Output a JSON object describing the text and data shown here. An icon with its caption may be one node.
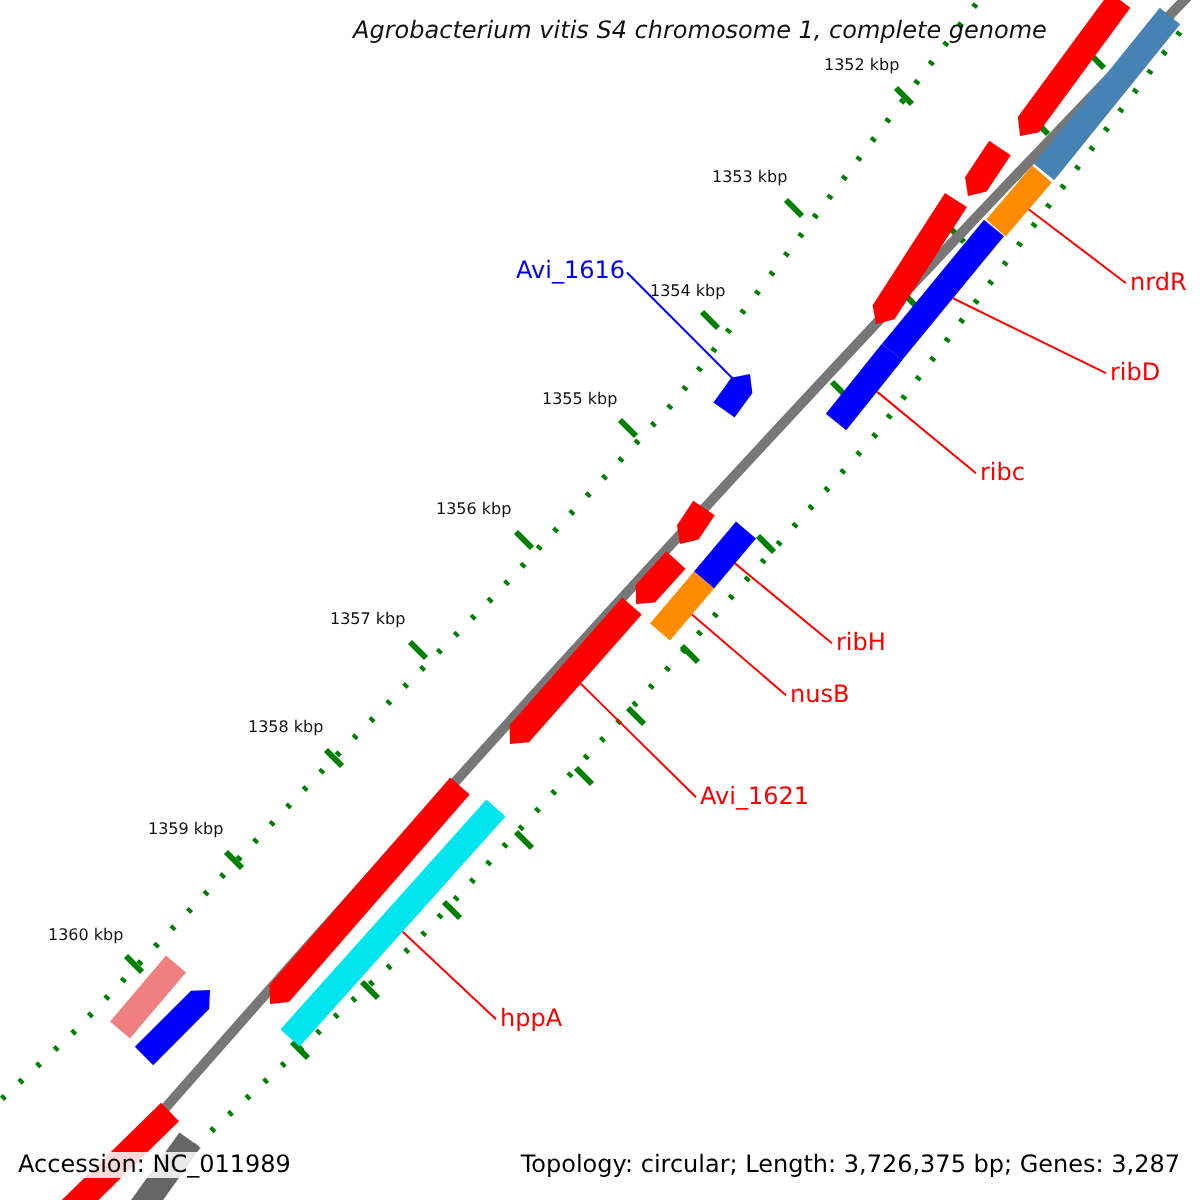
{
  "diagram": {
    "title": "Agrobacterium vitis S4 chromosome 1, complete genome",
    "nodes": [
      {
        "text": [
          "Avi_1616"
        ]
      },
      {
        "text": [],
        "shape": "arrow"
      },
      {
        "text": [
          "nrdR"
        ]
      },
      {
        "text": [],
        "shape": "bar"
      },
      {
        "text": [
          "ribD"
        ]
      },
      {
        "text": [],
        "shape": "bar"
      },
      {
        "text": [
          "ribc"
        ]
      },
      {
        "text": [],
        "shape": "bar"
      },
      {
        "text": [
          "ribH"
        ]
      },
      {
        "text": [],
        "shape": "bar"
      },
      {
        "text": [
          "nusB"
        ]
      },
      {
        "text": [],
        "shape": "bar"
      },
      {
        "text": [
          "Avi_1621"
        ]
      },
      {
        "text": [],
        "shape": "arrow"
      },
      {
        "text": [
          "hppA"
        ]
      },
      {
        "text": [],
        "shape": "bar"
      },
      {
        "text": [],
        "shape": "arrow"
      },
      {
        "text": [],
        "shape": "bar"
      },
      {
        "text": [],
        "shape": "arrow"
      },
      {
        "text": [],
        "shape": "arrow"
      },
      {
        "text": [],
        "shape": "arrow"
      },
      {
        "text": [],
        "shape": "arrow"
      },
      {
        "text": [],
        "shape": "arrow"
      },
      {
        "text": [],
        "shape": "bar"
      },
      {
        "text": [],
        "shape": "arrow"
      },
      {
        "text": [],
        "shape": "bar"
      },
      {
        "text": [],
        "shape": "bar"
      }
    ],
    "edges": [
      {
        "from": 0,
        "to": 1,
        "arrow": "none",
        "color": "#0000ff"
      },
      {
        "from": 2,
        "to": 3,
        "arrow": "none"
      },
      {
        "from": 4,
        "to": 5,
        "arrow": "none"
      },
      {
        "from": 6,
        "to": 7,
        "arrow": "none"
      },
      {
        "from": 8,
        "to": 9,
        "arrow": "none"
      },
      {
        "from": 10,
        "to": 11,
        "arrow": "none"
      },
      {
        "from": 12,
        "to": 13,
        "arrow": "none"
      },
      {
        "from": 14,
        "to": 15,
        "arrow": "none"
      }
    ],
    "labels": [
      "1352 kbp",
      "1353 kbp",
      "1354 kbp",
      "1355 kbp",
      "1356 kbp",
      "1357 kbp",
      "1358 kbp",
      "1359 kbp",
      "1360 kbp",
      "Accession: NC_011989",
      "Topology: circular; Length: 3,726,375 bp; Genes: 3,287"
    ]
  }
}
